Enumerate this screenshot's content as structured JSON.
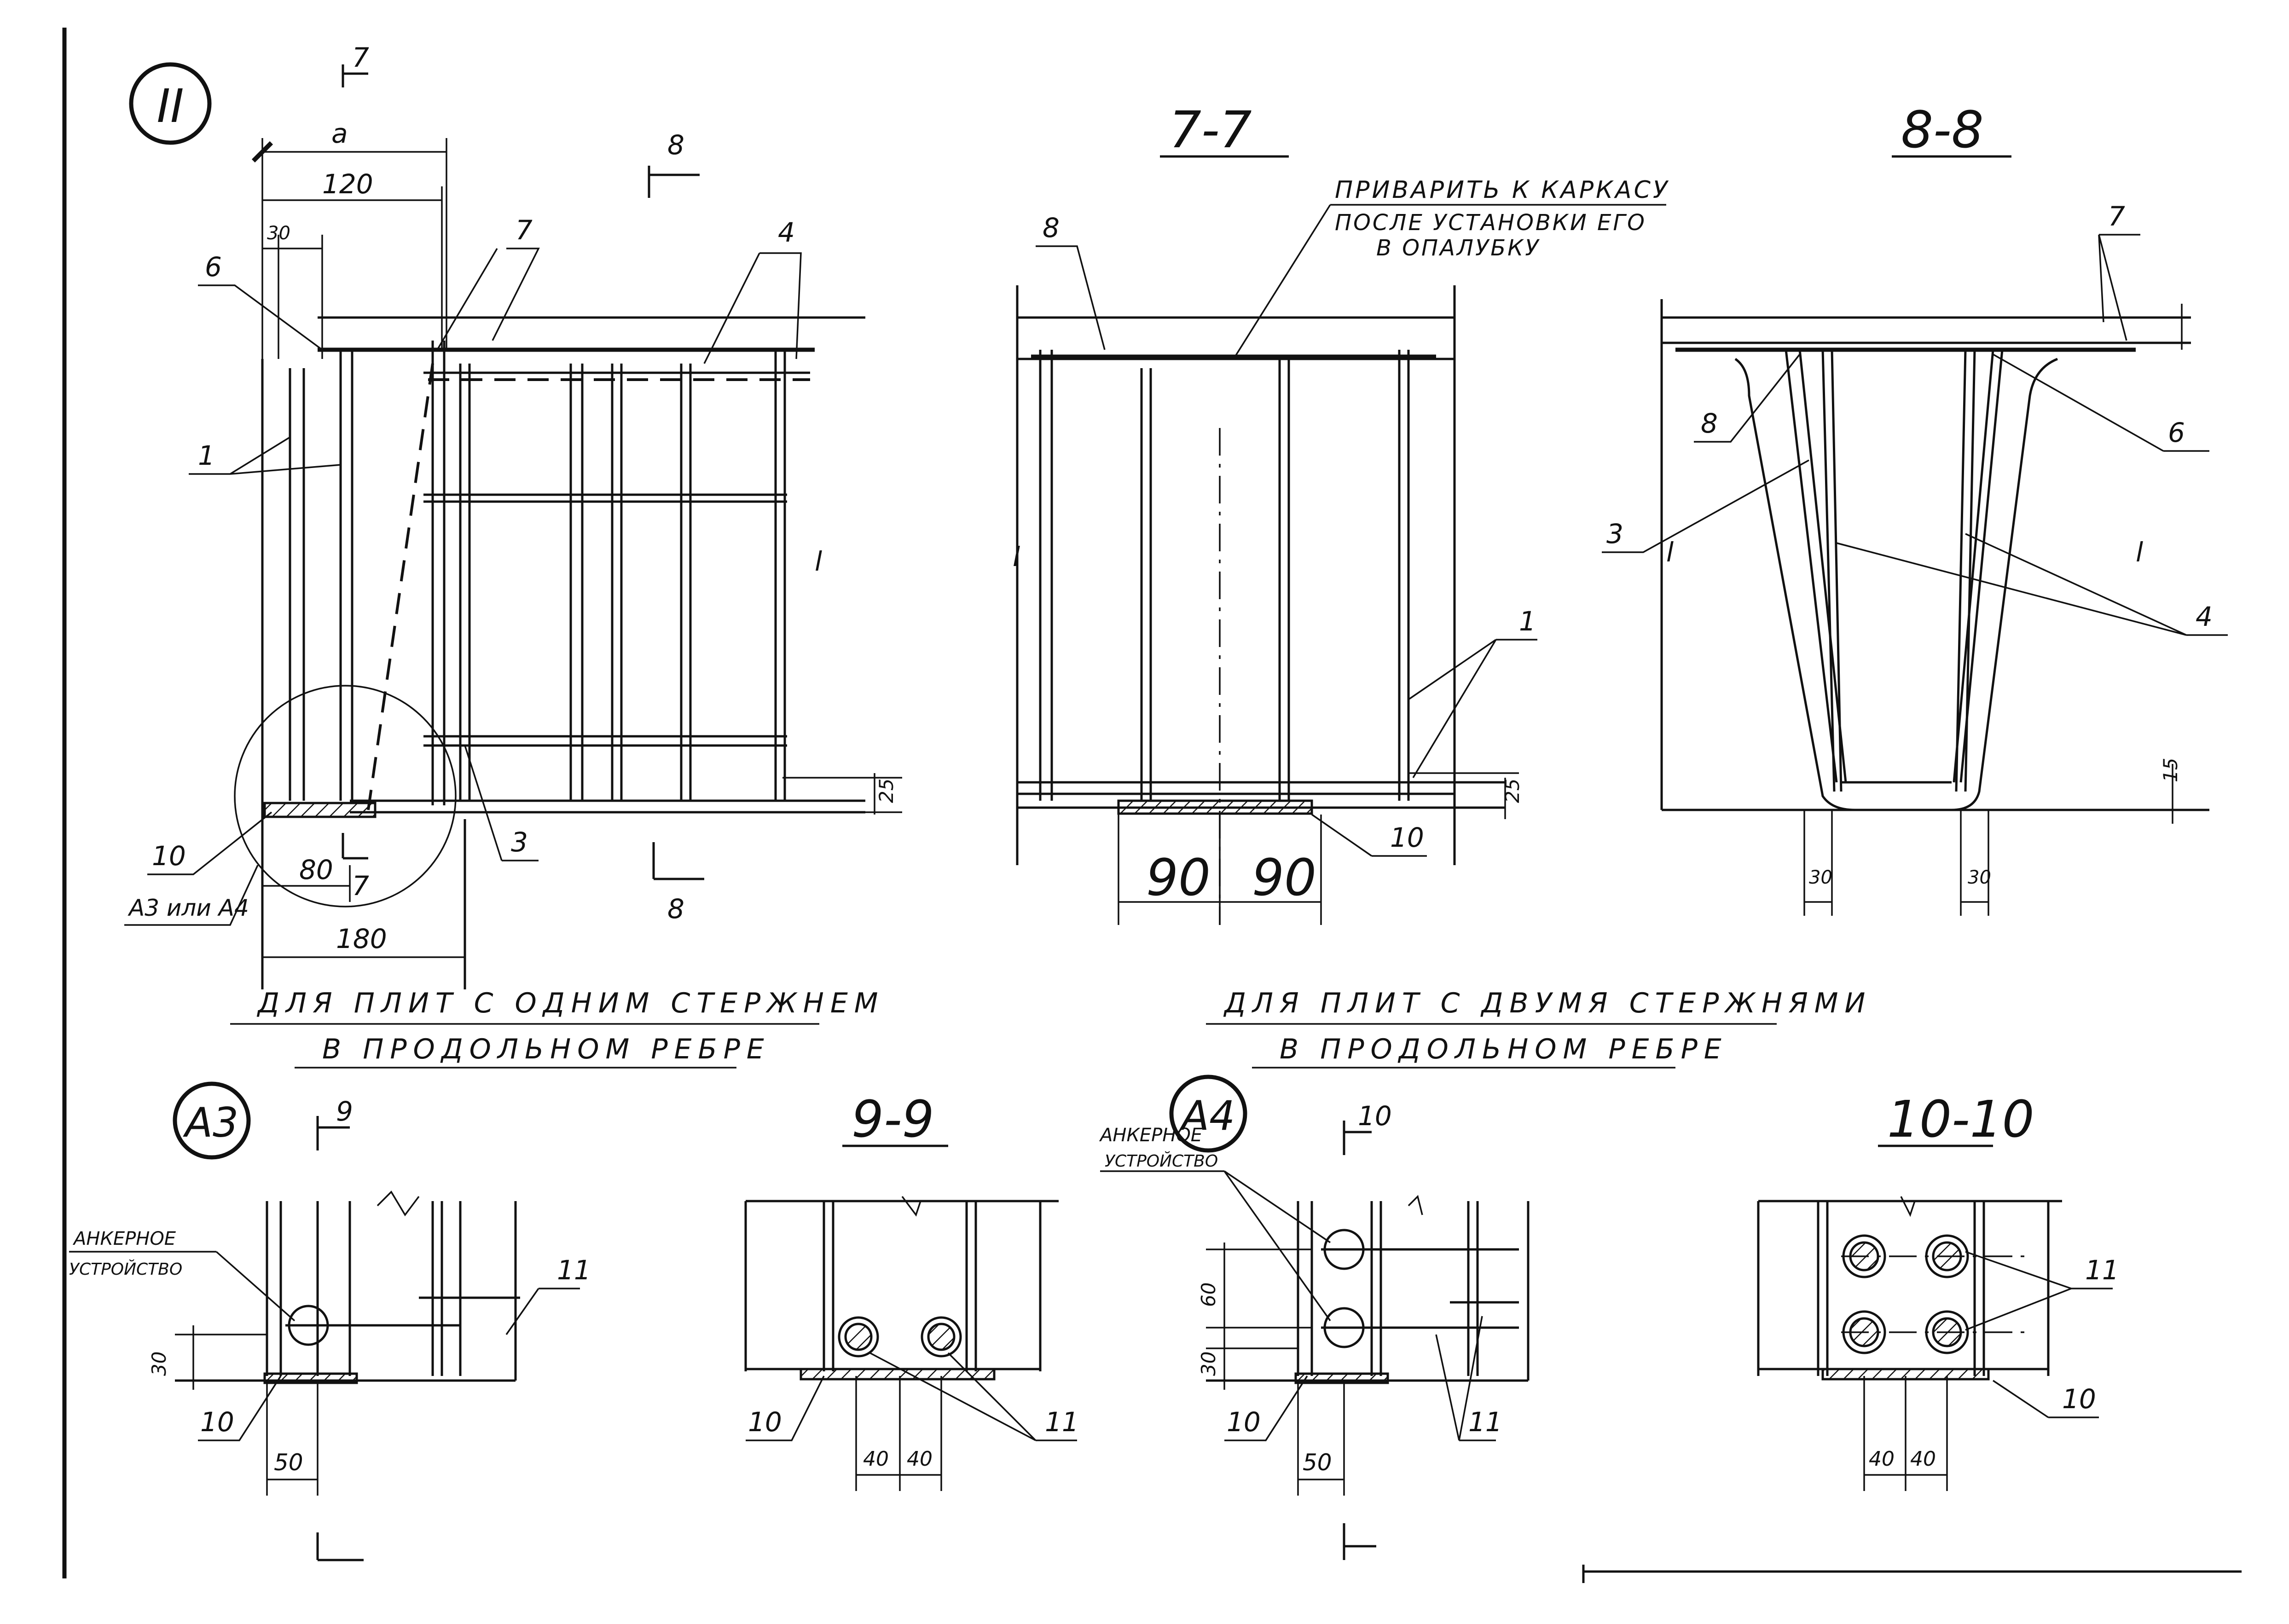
{
  "details": {
    "main": {
      "mark": "II",
      "cut_top": "7",
      "cut_bottom": "7",
      "cut_8_top": "8",
      "cut_8_bottom": "8"
    },
    "a3": {
      "mark": "A3",
      "cut": "9"
    },
    "a4": {
      "mark": "A4",
      "cut": "10"
    }
  },
  "sections": {
    "s77": "7-7",
    "s88": "8-8",
    "s99": "9-9",
    "s1010": "10-10"
  },
  "dimensions": {
    "a": "a",
    "d120": "120",
    "d30": "30",
    "d25": "25",
    "d80": "80",
    "d180": "180",
    "d90a": "90",
    "d90b": "90",
    "d25b": "25",
    "d15": "15",
    "d30l": "30",
    "d30r": "30",
    "a3_30": "30",
    "a3_50": "50",
    "s99_40a": "40",
    "s99_40b": "40",
    "a4_60": "60",
    "a4_30": "30",
    "a4_50": "50",
    "s1010_40a": "40",
    "s1010_40b": "40",
    "l_main": "l",
    "l_77": "l",
    "l_88a": "l",
    "l_88b": "l"
  },
  "positions": {
    "p1_main": "1",
    "p3_main": "3",
    "p4_main": "4",
    "p6_main": "6",
    "p7_main": "7",
    "p10_main": "10",
    "p8_77": "8",
    "p1_77": "1",
    "p10_77": "10",
    "p7_88": "7",
    "p8_88": "8",
    "p6_88": "6",
    "p3_88": "3",
    "p4_88": "4",
    "p10_a3": "10",
    "p11_a3": "11",
    "p10_99": "10",
    "p11_99": "11",
    "p10_a4": "10",
    "p11_a4": "11",
    "p11_1010": "11",
    "p10_1010": "10"
  },
  "notes": {
    "weld": "ПРИВАРИТЬ К КАРКАСУ",
    "weld_sub1": "ПОСЛЕ УСТАНОВКИ ЕГО",
    "weld_sub2": "В ОПАЛУБКУ",
    "a3_or_a4": "A3 или A4",
    "anchor_a3_1": "АНКЕРНОЕ",
    "anchor_a3_2": "УСТРОЙСТВО",
    "anchor_a4_1": "АНКЕРНОЕ",
    "anchor_a4_2": "УСТРОЙСТВО"
  },
  "captions": {
    "single_1": "ДЛЯ ПЛИТ С ОДНИМ СТЕРЖНЕМ",
    "single_2": "В ПРОДОЛЬНОМ РЕБРЕ",
    "double_1": "ДЛЯ ПЛИТ С ДВУМЯ СТЕРЖНЯМИ",
    "double_2": "В ПРОДОЛЬНОМ РЕБРЕ"
  }
}
